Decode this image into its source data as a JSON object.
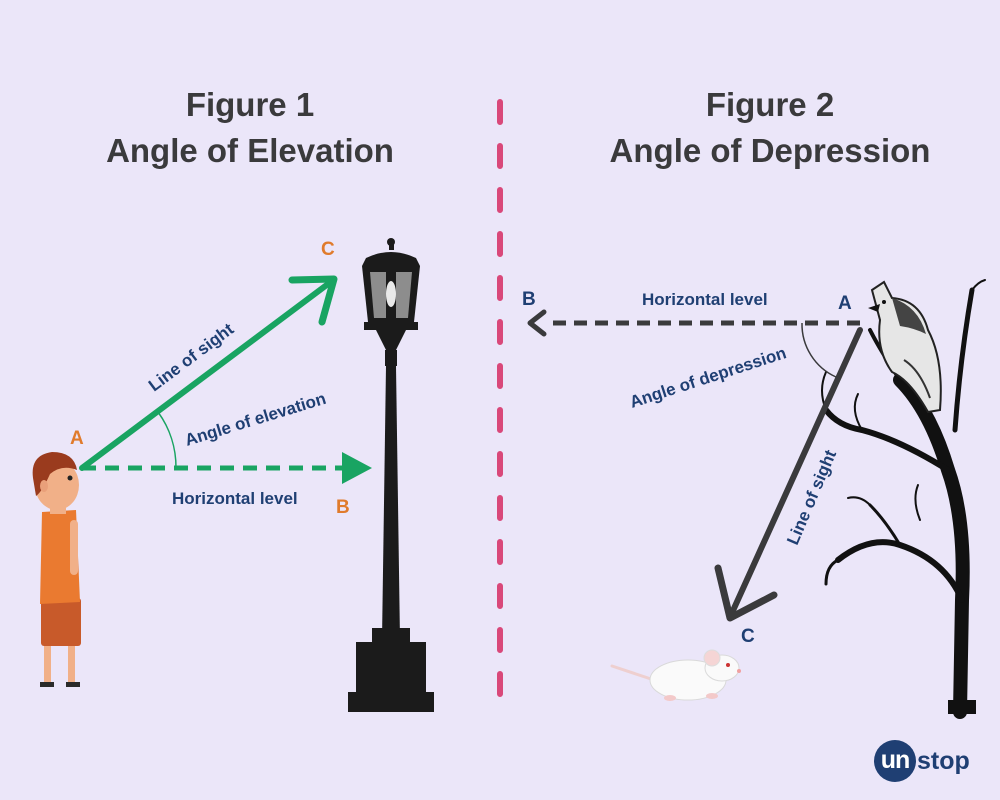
{
  "figure1": {
    "title_line1": "Figure 1",
    "title_line2": "Angle of Elevation",
    "point_a": "A",
    "point_b": "B",
    "point_c": "C",
    "line_of_sight": "Line of sight",
    "angle_label": "Angle of elevation",
    "horizontal_label": "Horizontal level"
  },
  "figure2": {
    "title_line1": "Figure 2",
    "title_line2": "Angle of Depression",
    "point_a": "A",
    "point_b": "B",
    "point_c": "C",
    "line_of_sight": "Line of sight",
    "angle_label": "Angle of depression",
    "horizontal_label": "Horizontal level"
  },
  "logo": {
    "text": "unstop",
    "circle_part": "un",
    "rest_part": "stop"
  },
  "colors": {
    "background": "#ebe6f9",
    "green_arrow": "#19a462",
    "dark_arrow": "#3a3a3c",
    "divider": "#d9487a",
    "orange_label": "#e07b2c",
    "blue_label": "#1f3f73"
  }
}
